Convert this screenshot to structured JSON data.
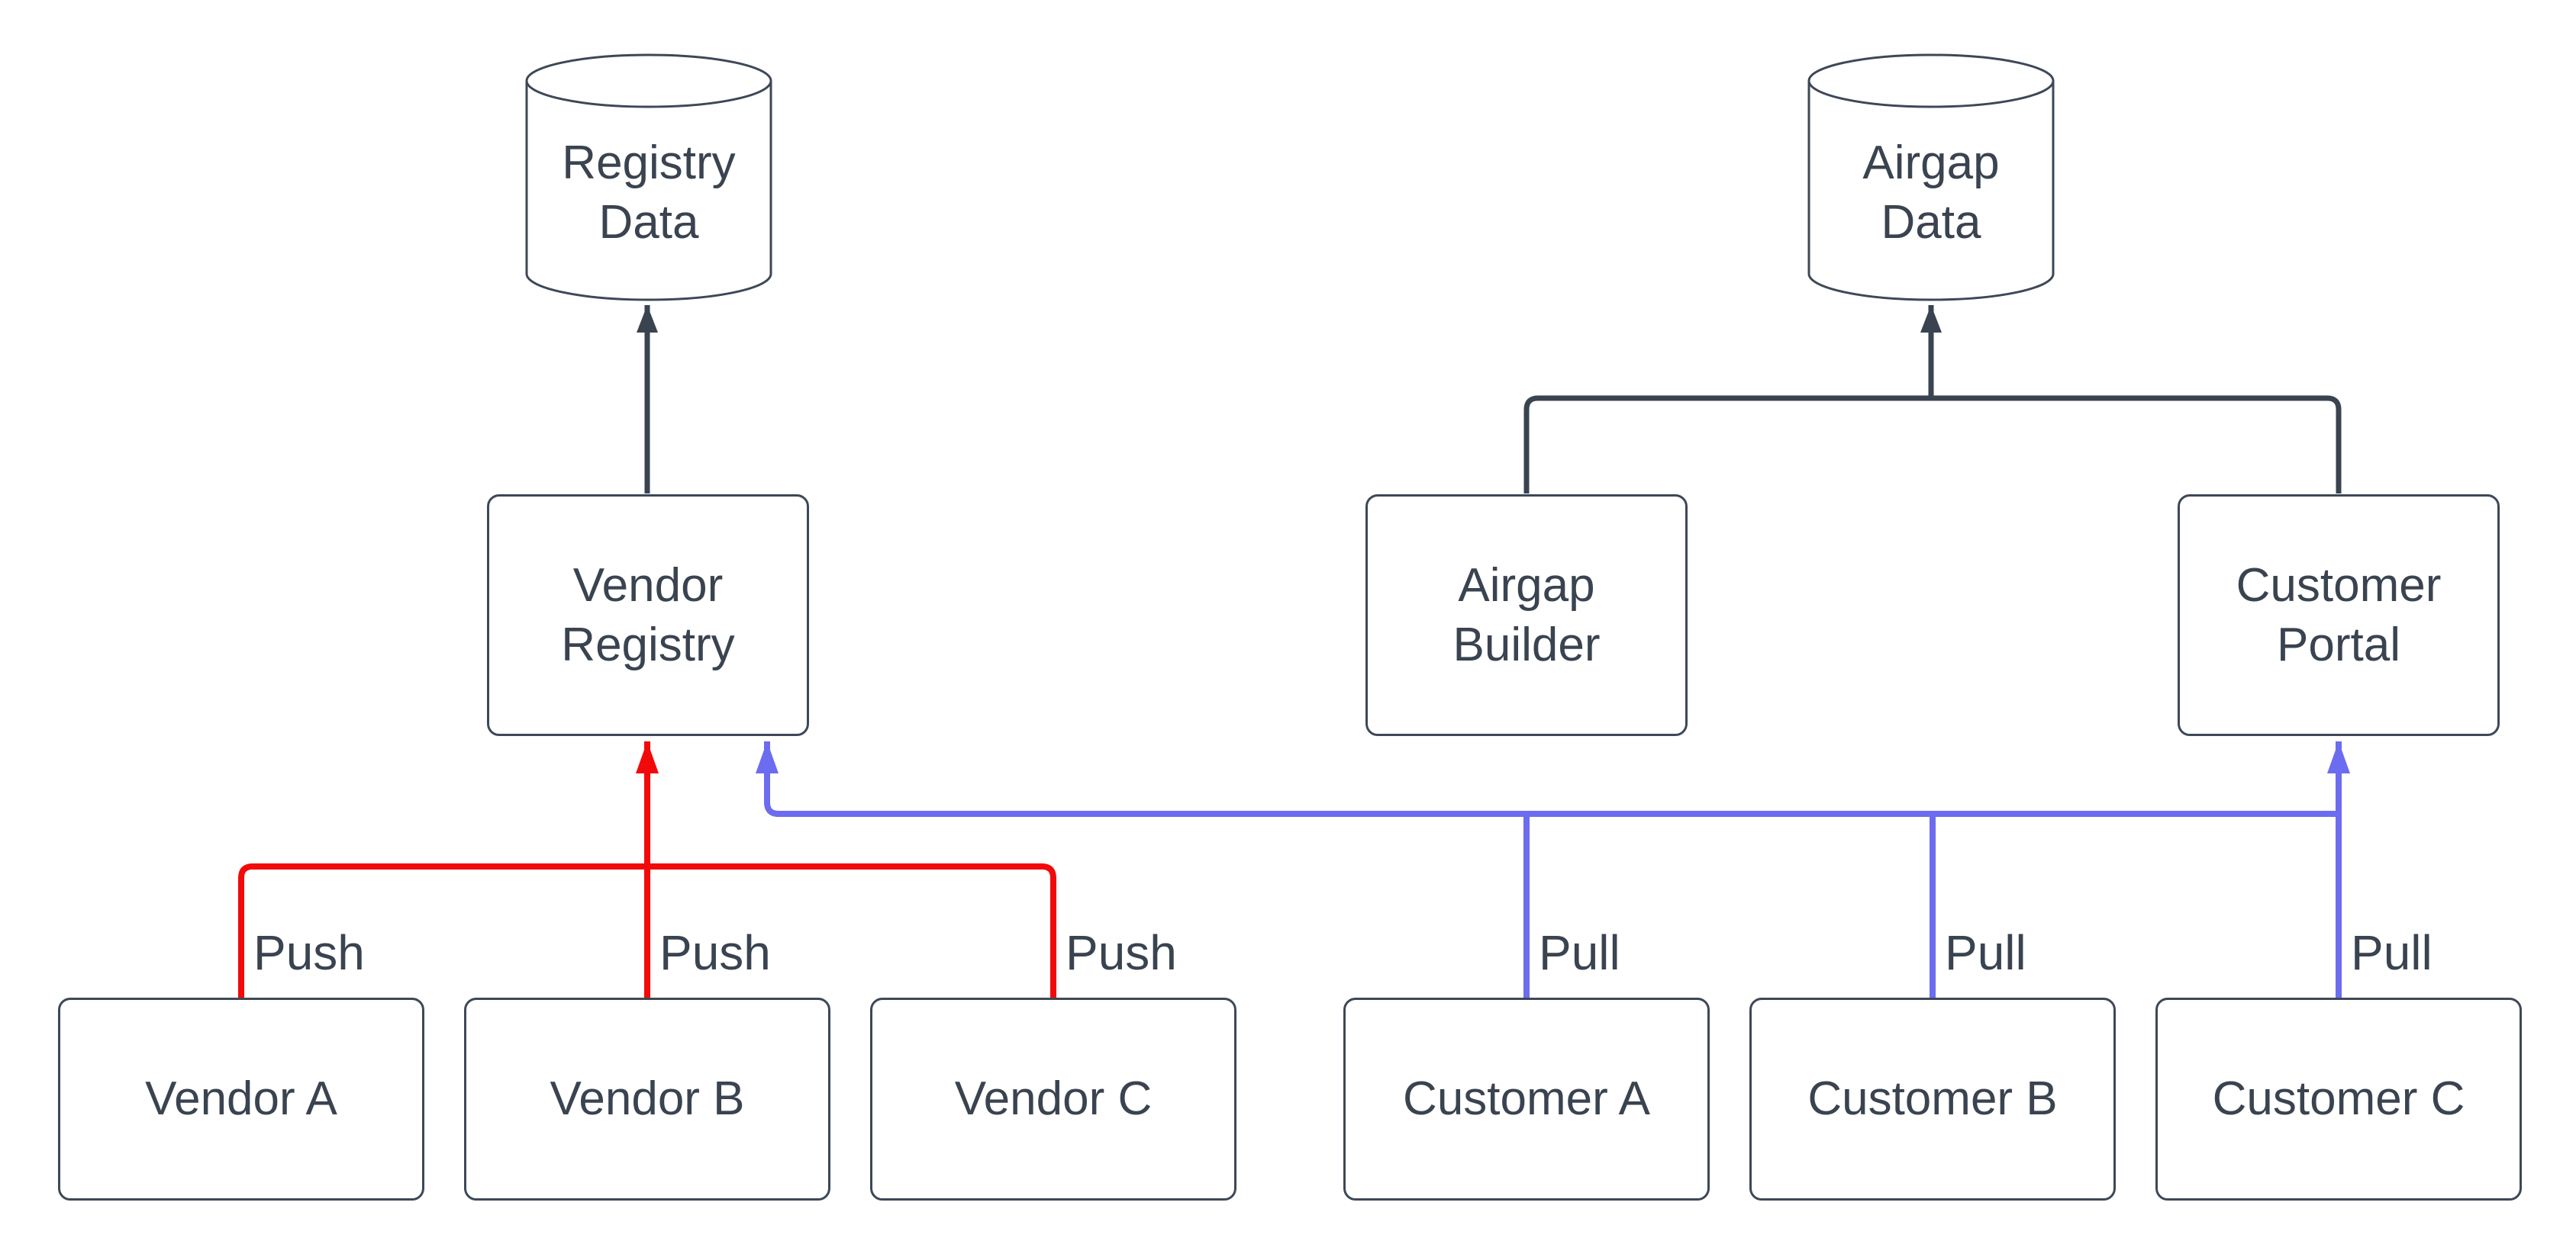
{
  "diagram": {
    "background": "#ffffff",
    "description": "Vendor push / customer pull registry data-flow diagram"
  },
  "colors": {
    "dark": "#3a4350",
    "border": "#3d4857",
    "text": "#3a4350",
    "red": "#f20a0a",
    "blue": "#6c6cf0",
    "bg": "#ffffff"
  },
  "nodes": {
    "registry_data": {
      "label": "Registry\nData",
      "shape": "cylinder"
    },
    "airgap_data": {
      "label": "Airgap\nData",
      "shape": "cylinder"
    },
    "vendor_registry": {
      "label": "Vendor\nRegistry",
      "shape": "box"
    },
    "airgap_builder": {
      "label": "Airgap\nBuilder",
      "shape": "box"
    },
    "customer_portal": {
      "label": "Customer\nPortal",
      "shape": "box"
    },
    "vendor_a": {
      "label": "Vendor A",
      "shape": "box"
    },
    "vendor_b": {
      "label": "Vendor B",
      "shape": "box"
    },
    "vendor_c": {
      "label": "Vendor C",
      "shape": "box"
    },
    "customer_a": {
      "label": "Customer A",
      "shape": "box"
    },
    "customer_b": {
      "label": "Customer B",
      "shape": "box"
    },
    "customer_c": {
      "label": "Customer C",
      "shape": "box"
    }
  },
  "edges": [
    {
      "from": "vendor_registry",
      "to": "registry_data",
      "label": "",
      "color": "dark"
    },
    {
      "from": "airgap_builder",
      "to": "airgap_data",
      "label": "",
      "color": "dark"
    },
    {
      "from": "customer_portal",
      "to": "airgap_data",
      "label": "",
      "color": "dark"
    },
    {
      "from": "vendor_a",
      "to": "vendor_registry",
      "label": "Push",
      "color": "red"
    },
    {
      "from": "vendor_b",
      "to": "vendor_registry",
      "label": "Push",
      "color": "red"
    },
    {
      "from": "vendor_c",
      "to": "vendor_registry",
      "label": "Push",
      "color": "red"
    },
    {
      "from": "customer_a",
      "to": "vendor_registry",
      "label": "Pull",
      "color": "blue"
    },
    {
      "from": "customer_b",
      "to": "vendor_registry",
      "label": "Pull",
      "color": "blue"
    },
    {
      "from": "customer_c",
      "to": "customer_portal",
      "label": "Pull",
      "color": "blue"
    }
  ]
}
